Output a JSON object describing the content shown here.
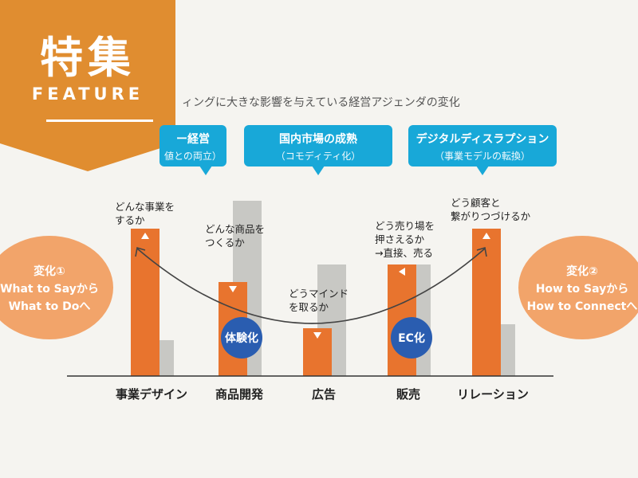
{
  "badge": {
    "title": "特集",
    "subtitle": "FEATURE"
  },
  "subtitle_text": "ィングに大きな影響を与えている経営アジェンダの変化",
  "callouts": [
    {
      "line1": "ー経営",
      "line2": "値との両立）"
    },
    {
      "line1": "国内市場の成熟",
      "line2": "（コモディティ化）"
    },
    {
      "line1": "デジタルディスラプション",
      "line2": "（事業モデルの転換）"
    }
  ],
  "notes": [
    {
      "lines": [
        "どんな事業を",
        "するか"
      ]
    },
    {
      "lines": [
        "どんな商品を",
        "つくるか"
      ]
    },
    {
      "lines": [
        "どうマインド",
        "を取るか"
      ]
    },
    {
      "lines": [
        "どう売り場を",
        "押さえるか",
        "→直接、売る"
      ]
    },
    {
      "lines": [
        "どう顧客と",
        "繋がりつづけるか"
      ]
    }
  ],
  "side_left": {
    "lines": [
      "変化①",
      "What to Sayから",
      "What to Doへ"
    ]
  },
  "side_right": {
    "lines": [
      "変化②",
      "How to Sayから",
      "How to Connectへ"
    ]
  },
  "blue_labels": [
    "体験化",
    "EC化"
  ],
  "colors": {
    "accent_orange": "#e8742e",
    "badge_orange": "#e08d30",
    "callout_blue": "#18a8d8",
    "gray_bar": "#c8c8c4",
    "blue_circle": "#2a5db0"
  },
  "chart_data": {
    "type": "bar",
    "categories": [
      "事業デザイン",
      "商品開発",
      "広告",
      "販売",
      "リレーション"
    ],
    "series": [
      {
        "values": [
          185,
          118,
          60,
          140,
          185
        ]
      },
      {
        "values": [
          45,
          220,
          140,
          140,
          65
        ]
      }
    ],
    "ylim": [
      0,
      230
    ],
    "grid": false
  }
}
